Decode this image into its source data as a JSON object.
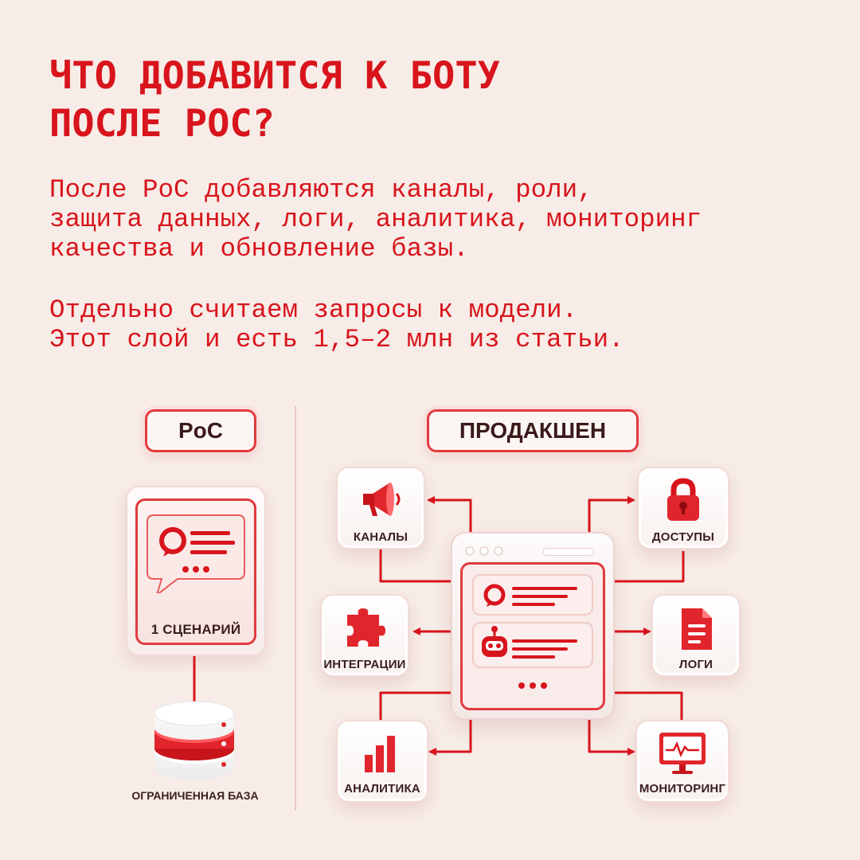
{
  "title": {
    "line1": "ЧТО ДОБАВИТСЯ К БОТУ",
    "line2": "ПОСЛЕ POC?"
  },
  "intro": {
    "p1_l1": "После PoC добавляются каналы, роли,",
    "p1_l2": "защита данных, логи, аналитика, мониторинг",
    "p1_l3": "качества и обновление базы.",
    "p2_l1": "Отдельно считаем запросы к модели.",
    "p2_l2": "Этот слой и есть 1,5–2 млн из статьи."
  },
  "diagram": {
    "poc": {
      "header": "PoC",
      "scenario_label": "1 СЦЕНАРИЙ",
      "scenario_icon": "chat-bubble-icon",
      "base_label": "ОГРАНИЧЕННАЯ БАЗА",
      "base_icon": "database-icon"
    },
    "production": {
      "header": "ПРОДАКШЕН",
      "center_icons": [
        "chat-bubble-icon",
        "robot-icon"
      ],
      "nodes": [
        {
          "label": "КАНАЛЫ",
          "icon": "megaphone-icon"
        },
        {
          "label": "ДОСТУПЫ",
          "icon": "lock-icon"
        },
        {
          "label": "ИНТЕГРАЦИИ",
          "icon": "puzzle-icon"
        },
        {
          "label": "ЛОГИ",
          "icon": "document-icon"
        },
        {
          "label": "АНАЛИТИКА",
          "icon": "bar-chart-icon"
        },
        {
          "label": "МОНИТОРИНГ",
          "icon": "monitor-icon"
        }
      ]
    }
  },
  "colors": {
    "accent": "#d8141c",
    "background": "#f7ece7",
    "label": "#3a1f1f"
  }
}
